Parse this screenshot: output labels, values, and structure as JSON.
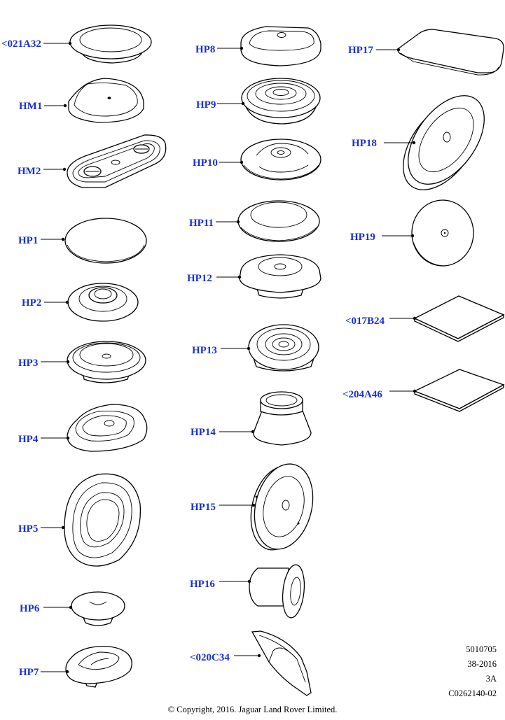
{
  "parts": [
    {
      "id": "021A32",
      "label": "<021A32"
    },
    {
      "id": "HM1",
      "label": "HM1"
    },
    {
      "id": "HM2",
      "label": "HM2"
    },
    {
      "id": "HP1",
      "label": "HP1"
    },
    {
      "id": "HP2",
      "label": "HP2"
    },
    {
      "id": "HP3",
      "label": "HP3"
    },
    {
      "id": "HP4",
      "label": "HP4"
    },
    {
      "id": "HP5",
      "label": "HP5"
    },
    {
      "id": "HP6",
      "label": "HP6"
    },
    {
      "id": "HP7",
      "label": "HP7"
    },
    {
      "id": "HP8",
      "label": "HP8"
    },
    {
      "id": "HP9",
      "label": "HP9"
    },
    {
      "id": "HP10",
      "label": "HP10"
    },
    {
      "id": "HP11",
      "label": "HP11"
    },
    {
      "id": "HP12",
      "label": "HP12"
    },
    {
      "id": "HP13",
      "label": "HP13"
    },
    {
      "id": "HP14",
      "label": "HP14"
    },
    {
      "id": "HP15",
      "label": "HP15"
    },
    {
      "id": "HP16",
      "label": "HP16"
    },
    {
      "id": "020C34",
      "label": "<020C34"
    },
    {
      "id": "HP17",
      "label": "HP17"
    },
    {
      "id": "HP18",
      "label": "HP18"
    },
    {
      "id": "HP19",
      "label": "HP19"
    },
    {
      "id": "017B24",
      "label": "<017B24"
    },
    {
      "id": "204A46",
      "label": "<204A46"
    }
  ],
  "drawing_info": {
    "line1": "5010705",
    "line2": "38-2016",
    "line3": "3A",
    "line4": "C0262140-02"
  },
  "copyright": "© Copyright, 2016. Jaguar Land Rover Limited.",
  "colors": {
    "label": "#1a2fd6",
    "line": "#000000",
    "background": "#ffffff"
  }
}
